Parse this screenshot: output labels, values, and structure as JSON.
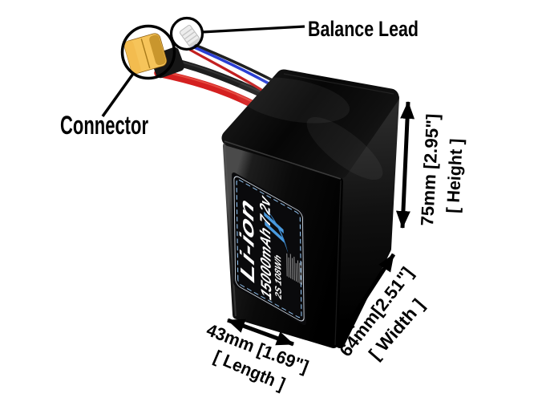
{
  "figure": {
    "type": "product-annotation-image",
    "background": "#ffffff",
    "callouts": {
      "balance_lead": "Balance Lead",
      "connector": "Connector"
    },
    "dimensions": {
      "length": {
        "value": "43mm [1.69\"]",
        "label": "[ Length ]"
      },
      "width": {
        "value": "64mm[2.51\"]",
        "label": "[ Width ]"
      },
      "height": {
        "value": "75mm [2.95\"]",
        "label": "[ Height ]"
      }
    },
    "battery_label": {
      "chemistry": "Li-ion",
      "spec": "15000mAh 7.2v",
      "config": "2S 108Wh"
    },
    "icons": {
      "connector_circle": "black-annotation-circle",
      "balance_circle": "black-annotation-circle",
      "xt60_connector": "yellow-xt60-plug",
      "balance_plug": "white-jst-xh-plug",
      "brand_logo": "blue-script-swoosh",
      "arrows": "double-headed-black-dimension-arrows"
    },
    "colors": {
      "annotation": "#000000",
      "battery_body": "#0a0a0a",
      "wire_red": "#d42020",
      "wire_black": "#1e1e1e",
      "wire_blue": "#2a3fd4",
      "xt60_yellow": "#e8a93c",
      "jst_white": "#ededed",
      "label_border_blue": "#8fc0ee",
      "label_text": "#ffffff",
      "logo_blue": "#4a9ade"
    }
  }
}
